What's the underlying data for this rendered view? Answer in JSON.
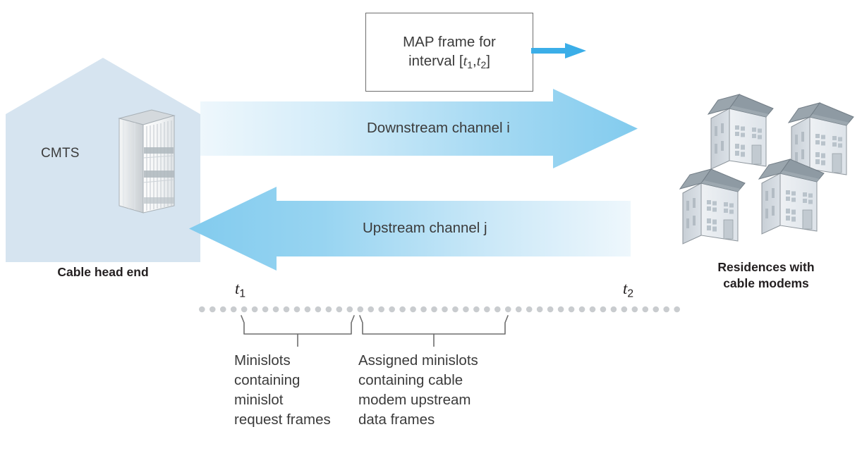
{
  "diagram": {
    "title": "DOCSIS cable access network upstream/downstream channel timing",
    "colors": {
      "building_fill": "#d6e4f0",
      "arrow_light": "#eaf5fc",
      "arrow_mid": "#9ed6f2",
      "arrow_dark": "#7ecbee",
      "map_arrow": "#3baee8",
      "dot_gray": "#c9cccf",
      "brace_gray": "#6e6e6e",
      "roof_gray": "#8e9aa3",
      "wall_light": "#e3e8ee",
      "text_dark": "#231f20",
      "text_body": "#3b3b3b"
    }
  },
  "head_end": {
    "label": "Cable head end",
    "device_label": "CMTS",
    "device_icon": "server-rack-icon"
  },
  "map_frame": {
    "line1": "MAP frame for",
    "line2_prefix": "interval [",
    "var1": "t",
    "var1_sub": "1",
    "separator": ",",
    "var2": "t",
    "var2_sub": "2",
    "line2_suffix": "]",
    "arrow_icon": "arrow-right-icon"
  },
  "channels": {
    "downstream": {
      "label": "Downstream channel i",
      "direction": "right",
      "icon": "arrow-right-icon"
    },
    "upstream": {
      "label": "Upstream channel j",
      "direction": "left",
      "icon": "arrow-left-icon"
    }
  },
  "residences": {
    "label_line1": "Residences with",
    "label_line2": "cable modems",
    "house_count": 4,
    "icon": "house-icon"
  },
  "timeline": {
    "start_marker": {
      "var": "t",
      "sub": "1"
    },
    "end_marker": {
      "var": "t",
      "sub": "2"
    },
    "dot_count": 46,
    "dot_icon": "minislot-dot-icon"
  },
  "captions": {
    "left": {
      "lines": [
        "Minislots",
        "containing",
        "minislot",
        "request frames"
      ],
      "brace_icon": "brace-icon"
    },
    "right": {
      "lines": [
        "Assigned minislots",
        "containing cable",
        "modem upstream",
        "data frames"
      ],
      "brace_icon": "brace-icon"
    }
  }
}
